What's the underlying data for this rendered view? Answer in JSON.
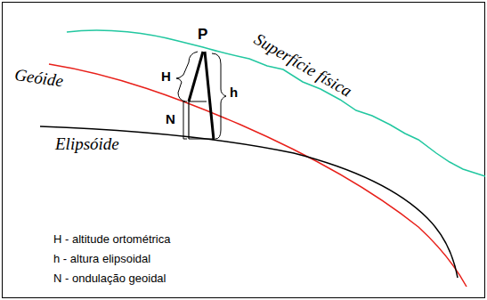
{
  "diagram": {
    "labels": [
      "P",
      "Geóide",
      "Superfície física",
      "Elipsóide",
      "H",
      "h",
      "N",
      "H - altitude ortométrica",
      "h - altura elipsoidal",
      "N - ondulação geoidal"
    ]
  }
}
